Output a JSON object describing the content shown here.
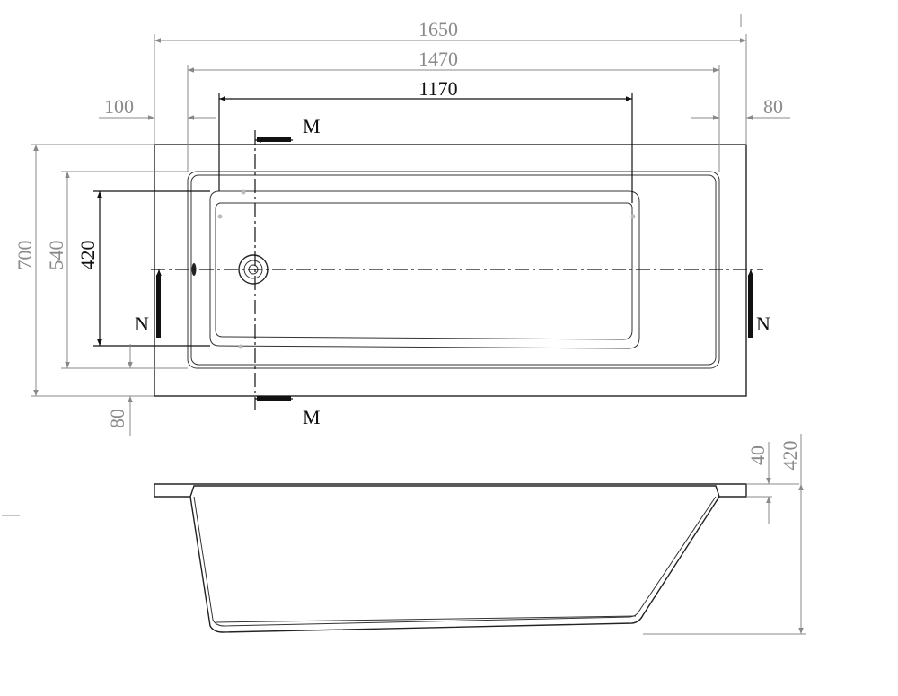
{
  "dimensions": {
    "overall_length": "1650",
    "basin_length": "1470",
    "inner_length": "1170",
    "left_offset": "100",
    "right_offset": "80",
    "overall_width": "700",
    "basin_width": "540",
    "inner_width": "420",
    "bottom_rim": "80",
    "rim_thickness": "40",
    "overall_height": "420"
  },
  "section_labels": {
    "m_top": "M",
    "m_bottom": "M",
    "n_left": "N",
    "n_right": "N"
  }
}
